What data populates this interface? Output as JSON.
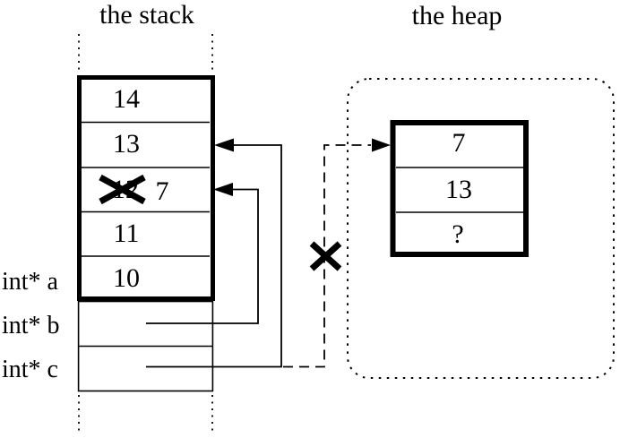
{
  "stack": {
    "title": "the stack",
    "cells": [
      {
        "value": "14",
        "crossed_out": false
      },
      {
        "value": "13",
        "crossed_out": false
      },
      {
        "value": "12",
        "crossed_out": true,
        "overwritten_with": "7"
      },
      {
        "value": "11",
        "crossed_out": false
      },
      {
        "value": "10",
        "crossed_out": false
      }
    ],
    "pointer_rows": [
      {
        "label": "int* a"
      },
      {
        "label": "int* b"
      },
      {
        "label": "int* c"
      }
    ]
  },
  "heap": {
    "title": "the heap",
    "cells": [
      {
        "value": "7"
      },
      {
        "value": "13"
      },
      {
        "value": "?"
      }
    ]
  },
  "pointers": {
    "b_arrow": {
      "from": "int* b",
      "to": "stack cell 12/7",
      "style": "solid"
    },
    "c_arrow": {
      "from": "int* c",
      "to": "stack cell 13",
      "style": "solid"
    },
    "c_old_arrow": {
      "from": "int* c",
      "to": "heap cell 7",
      "style": "dashed",
      "crossed_out": true
    }
  },
  "colors": {
    "ink": "#000000",
    "background": "#ffffff"
  }
}
